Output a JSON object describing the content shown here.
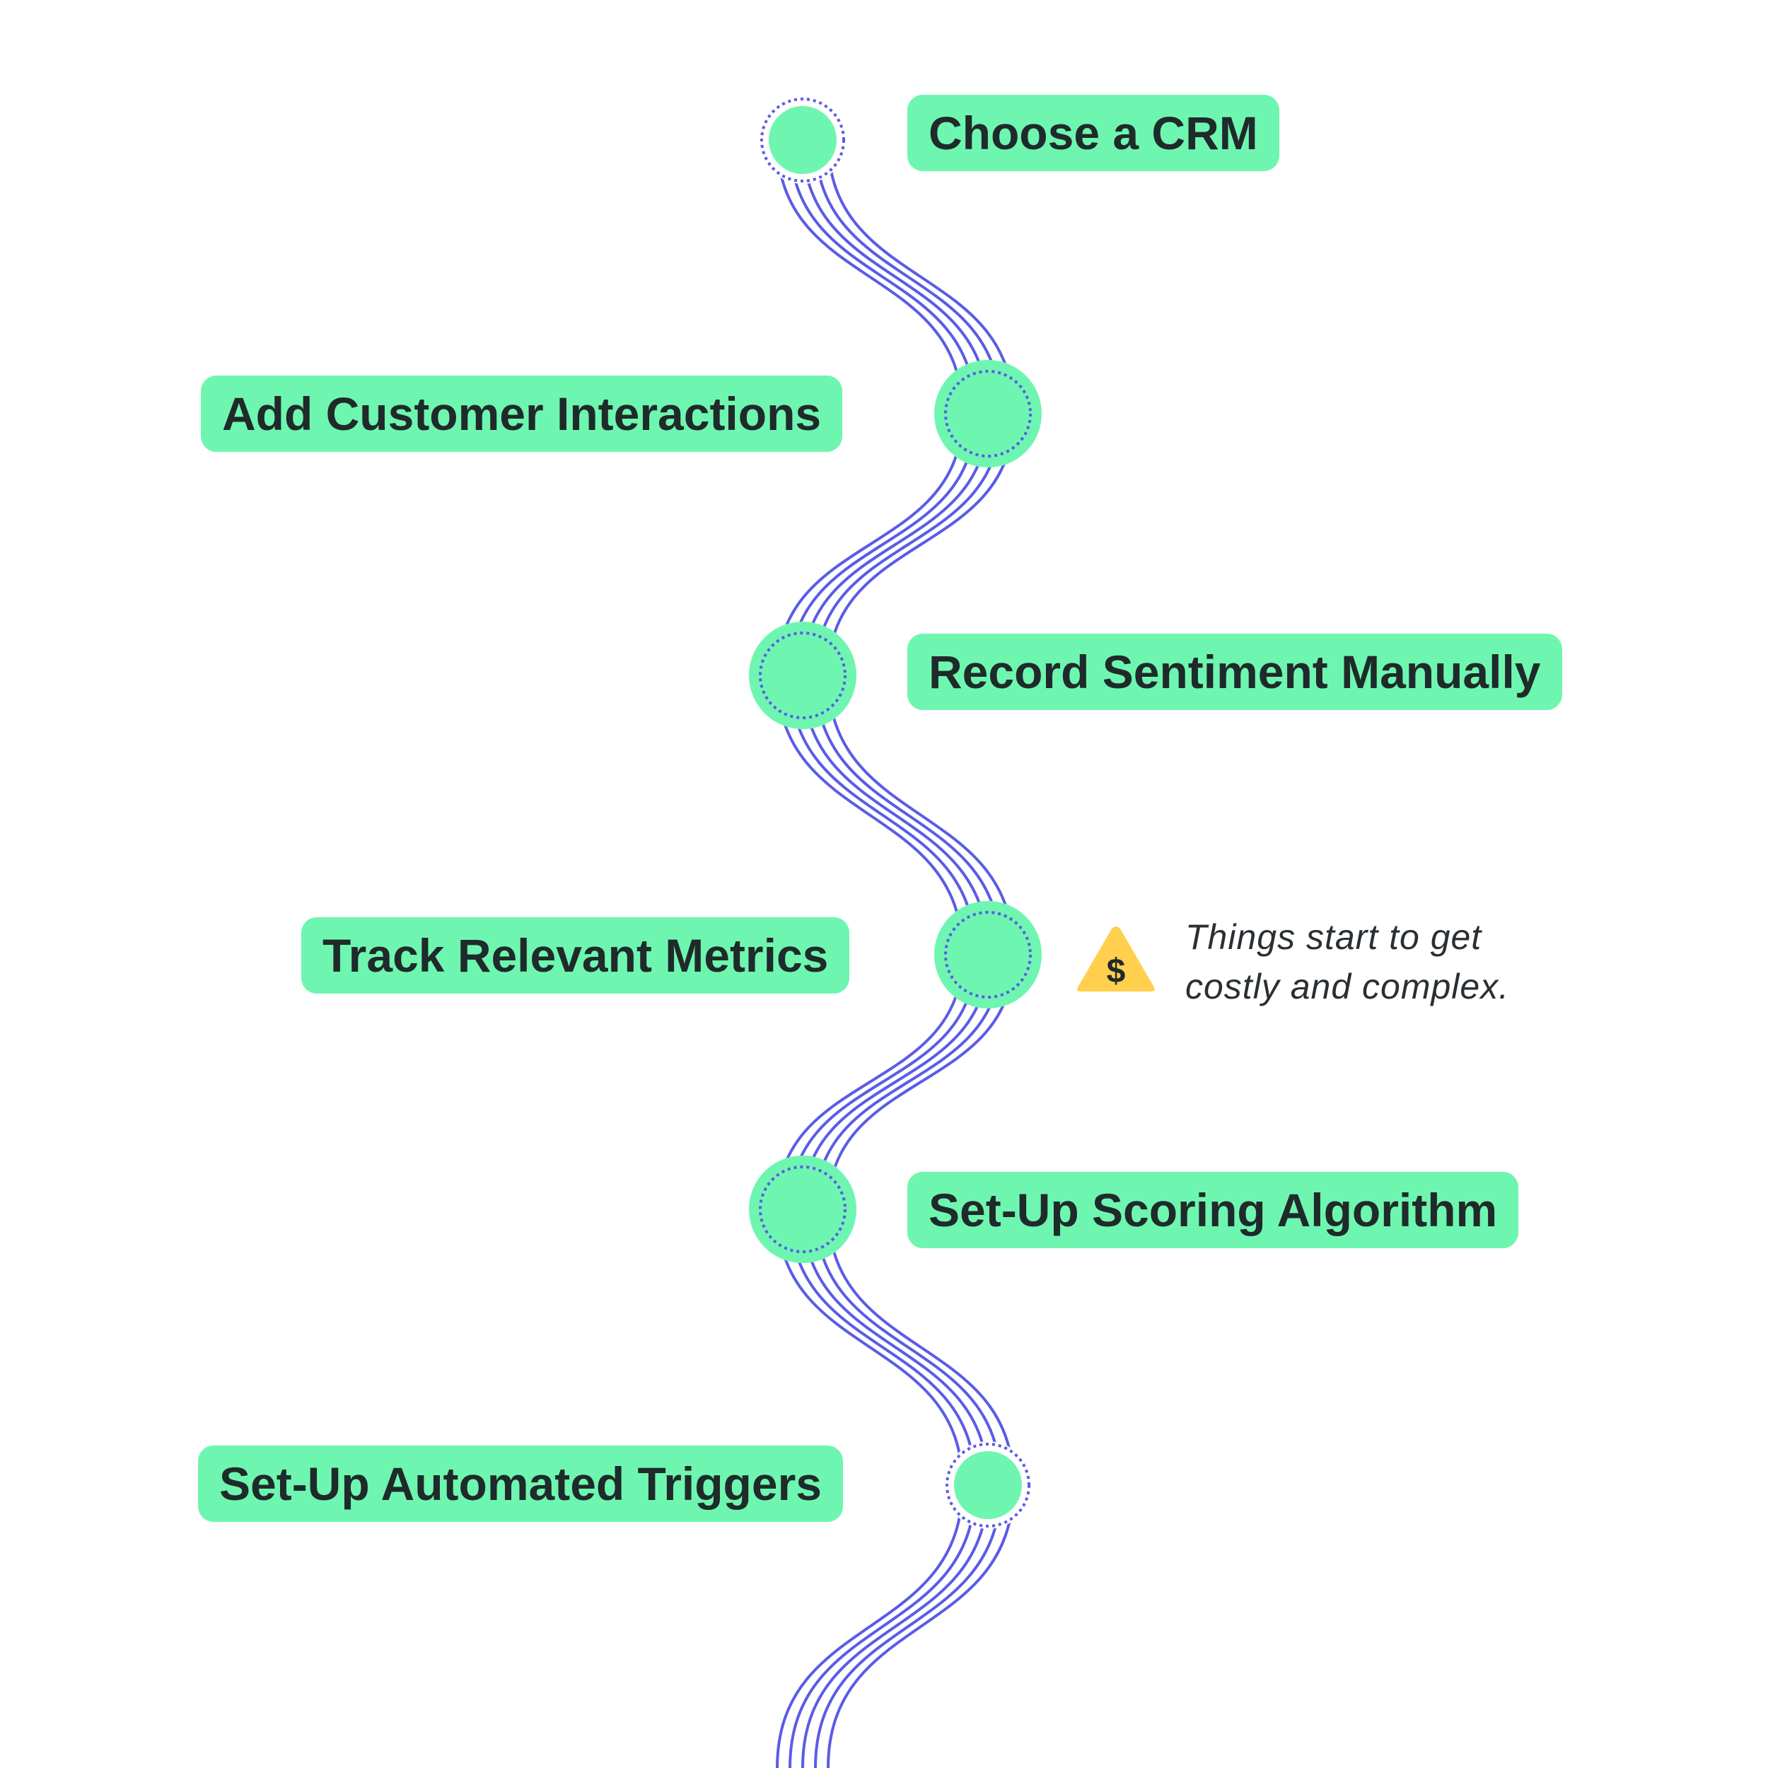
{
  "steps": [
    {
      "label": "Choose a CRM"
    },
    {
      "label": "Add Customer Interactions"
    },
    {
      "label": "Record Sentiment Manually"
    },
    {
      "label": "Track Relevant Metrics"
    },
    {
      "label": "Set-Up Scoring Algorithm"
    },
    {
      "label": "Set-Up Automated Triggers"
    }
  ],
  "note": {
    "line1": "Things start to get",
    "line2": "costly and complex.",
    "icon": "warning-dollar-icon",
    "icon_glyph": "$"
  },
  "colors": {
    "path": "#5a5ce6",
    "node": "#6ef6b0",
    "label_bg": "#6ef6b0",
    "text": "#1f2a2a",
    "warning": "#ffcf4d"
  }
}
